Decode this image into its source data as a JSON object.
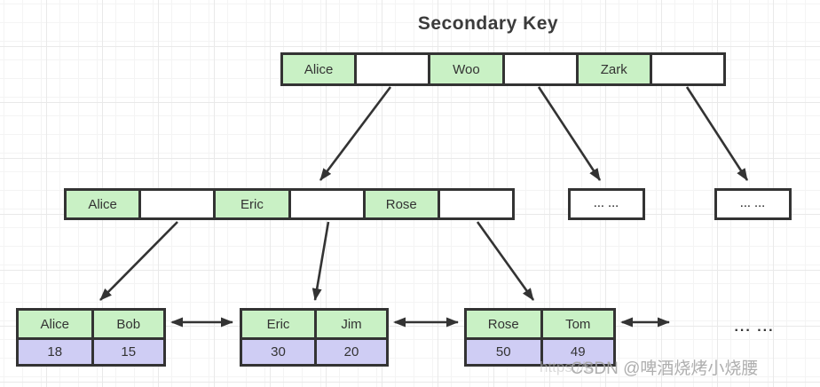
{
  "title": "Secondary Key",
  "colors": {
    "border": "#333333",
    "key_fill": "#c9f1c5",
    "value_fill": "#cfcdf4",
    "grid_line": "#e9e9e9",
    "title_text": "#3b3b3b"
  },
  "root_node": {
    "cells": [
      "Alice",
      "",
      "Woo",
      "",
      "Zark",
      ""
    ]
  },
  "internal_node": {
    "cells": [
      "Alice",
      "",
      "Eric",
      "",
      "Rose",
      ""
    ]
  },
  "collapsed_nodes": [
    {
      "label": "... ..."
    },
    {
      "label": "... ..."
    }
  ],
  "leaf_nodes": [
    {
      "keys": [
        "Alice",
        "Bob"
      ],
      "values": [
        "18",
        "15"
      ]
    },
    {
      "keys": [
        "Eric",
        "Jim"
      ],
      "values": [
        "30",
        "20"
      ]
    },
    {
      "keys": [
        "Rose",
        "Tom"
      ],
      "values": [
        "50",
        "49"
      ]
    }
  ],
  "more_leaves_label": "... ...",
  "watermark": {
    "url_fragment": "https://b",
    "text": "CSDN @啤酒烧烤小烧腰"
  }
}
